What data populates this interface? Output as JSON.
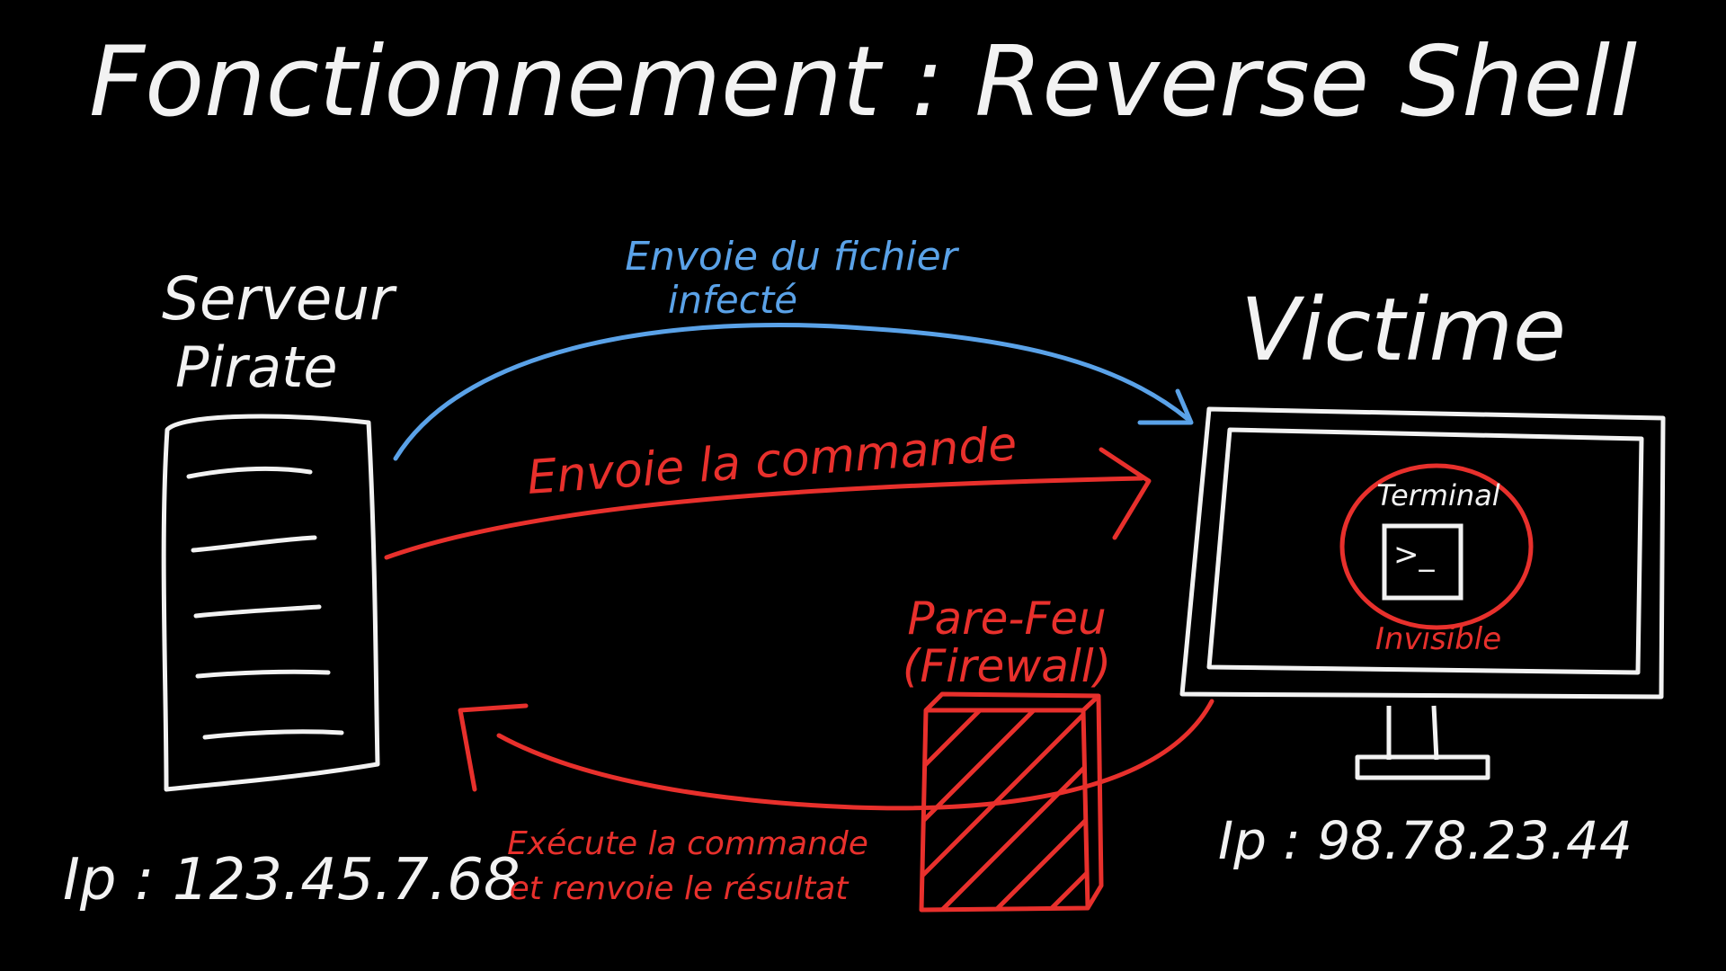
{
  "title": "Fonctionnement : Reverse Shell",
  "server": {
    "label_line1": "Serveur",
    "label_line2": "Pirate",
    "ip": "Ip : 123.45.7.68"
  },
  "victim": {
    "label": "Victime",
    "ip": "Ip : 98.78.23.44",
    "terminal_label": "Terminal",
    "terminal_prompt": ">_",
    "invisible_label": "Invisible"
  },
  "arrows": {
    "send_file_line1": "Envoie du fichier",
    "send_file_line2": "infecté",
    "send_command": "Envoie la commande",
    "execute_line1": "Exécute la commande",
    "execute_line2": "et renvoie le résultat"
  },
  "firewall": {
    "label_line1": "Pare-Feu",
    "label_line2": "(Firewall)"
  },
  "colors": {
    "background": "#000000",
    "chalk_white": "#f2f2f2",
    "red": "#e8302c",
    "blue": "#5aa2e8"
  }
}
